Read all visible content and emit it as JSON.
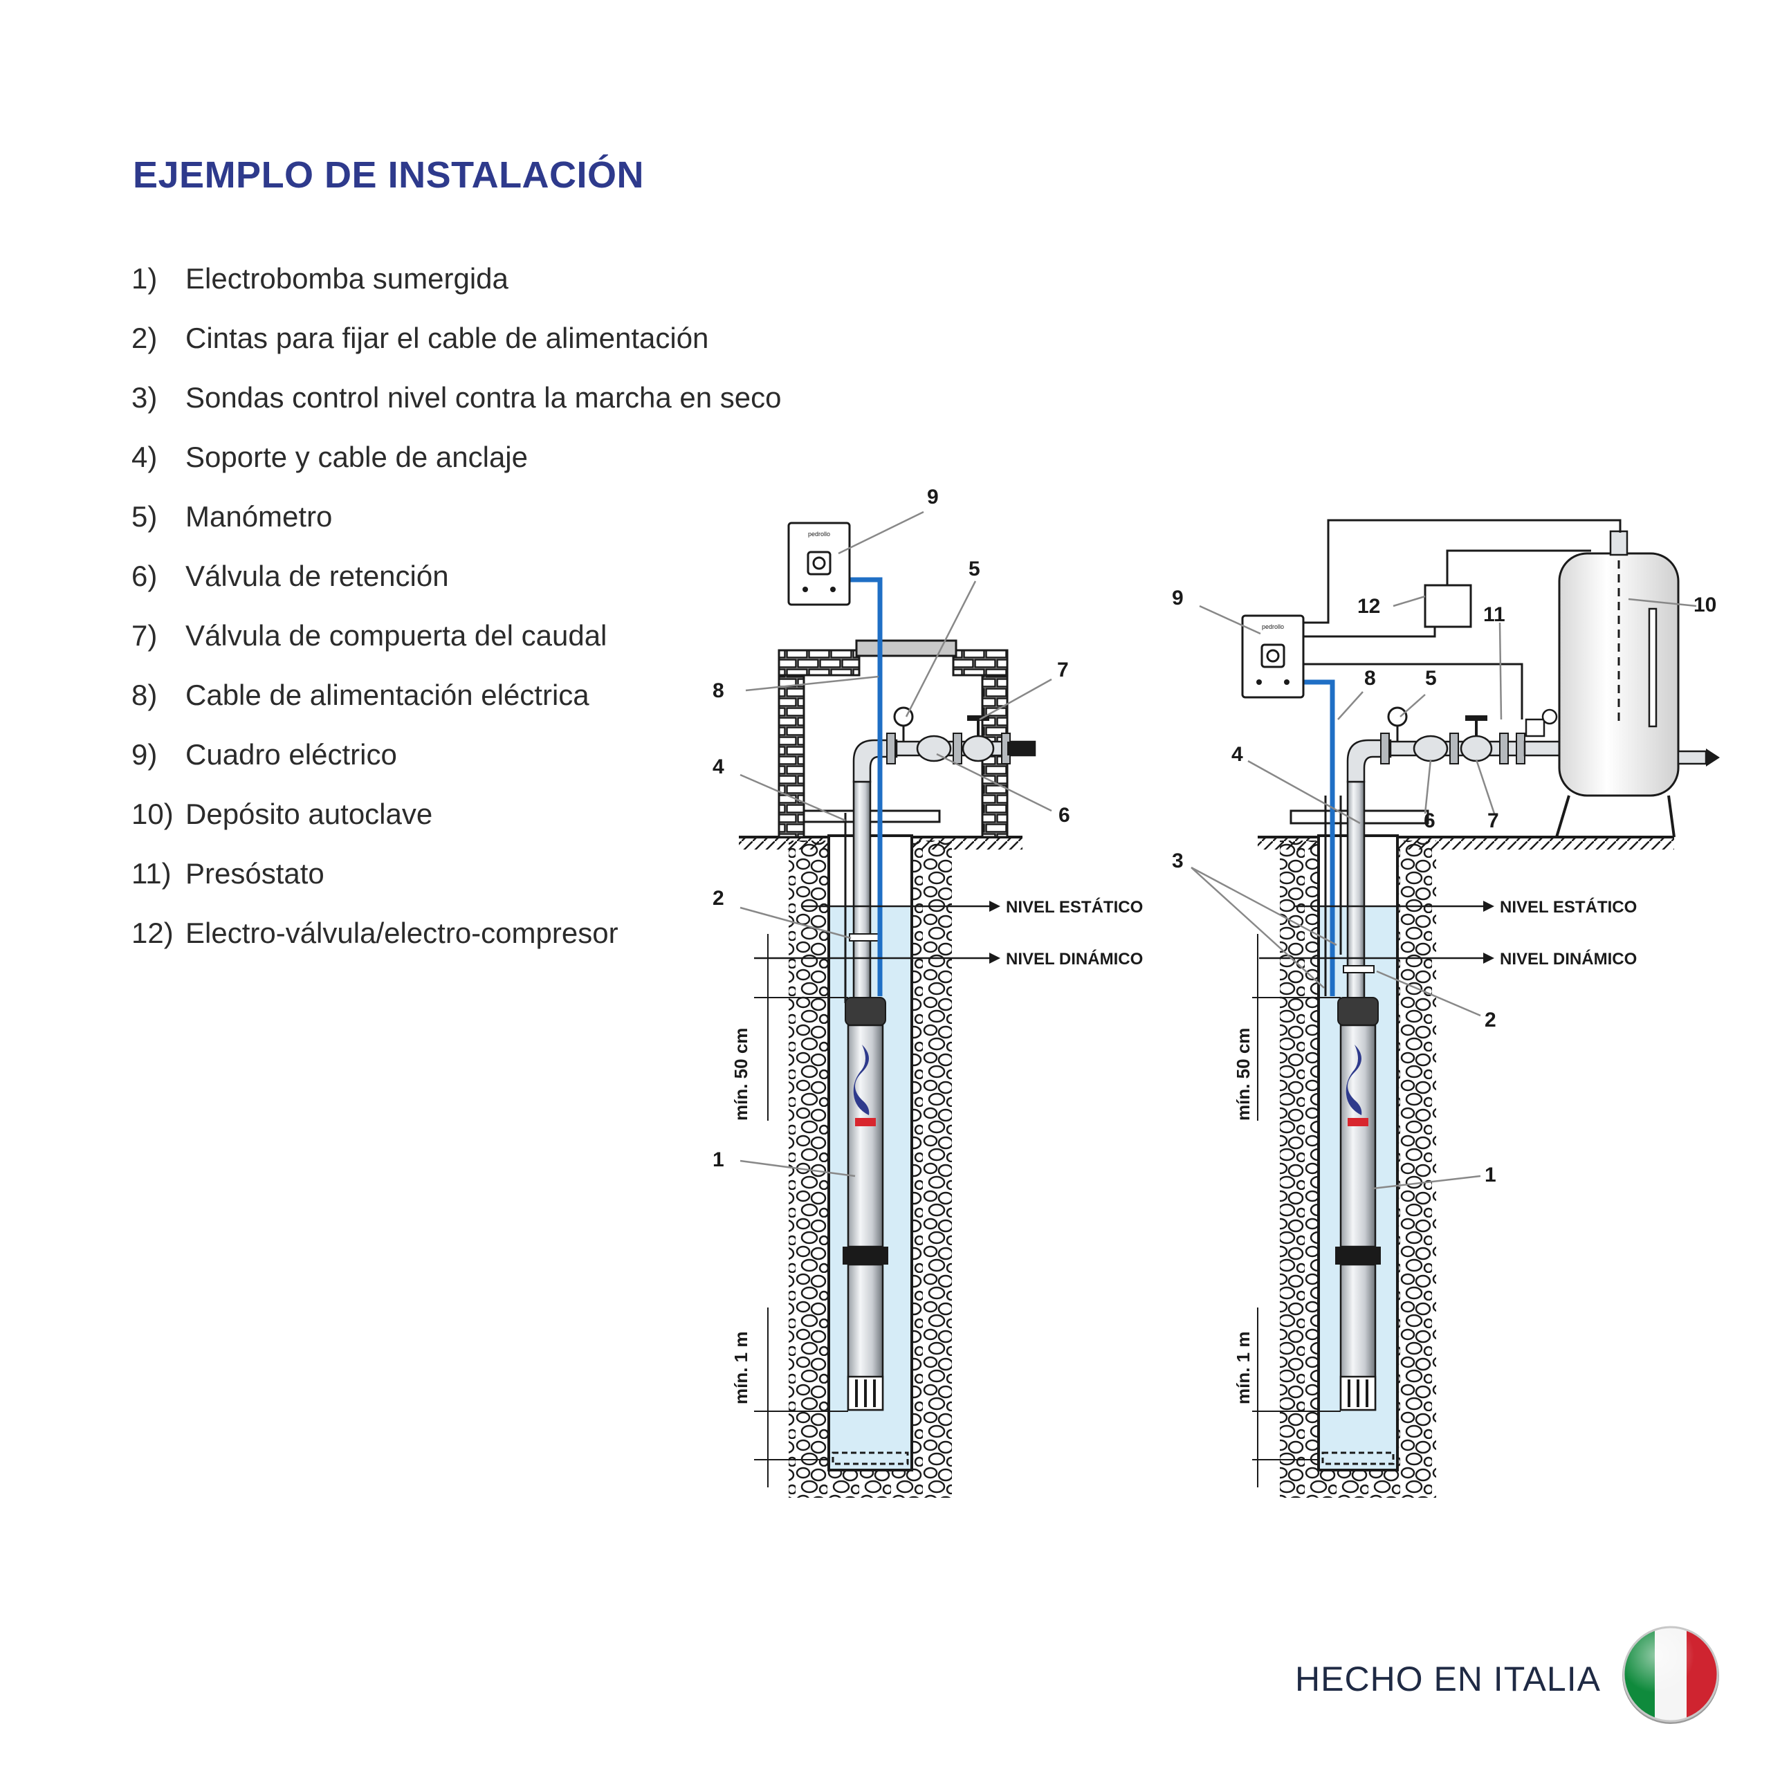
{
  "title": "EJEMPLO DE INSTALACIÓN",
  "legend": [
    {
      "num": "1)",
      "text": "Electrobomba sumergida"
    },
    {
      "num": "2)",
      "text": "Cintas para fijar el cable de alimentación"
    },
    {
      "num": "3)",
      "text": "Sondas control nivel contra la marcha en seco"
    },
    {
      "num": "4)",
      "text": "Soporte y cable de anclaje"
    },
    {
      "num": "5)",
      "text": "Manómetro"
    },
    {
      "num": "6)",
      "text": "Válvula de retención"
    },
    {
      "num": "7)",
      "text": "Válvula de compuerta del caudal"
    },
    {
      "num": "8)",
      "text": "Cable de alimentación eléctrica"
    },
    {
      "num": "9)",
      "text": "Cuadro eléctrico"
    },
    {
      "num": "10)",
      "text": "Depósito autoclave"
    },
    {
      "num": "11)",
      "text": "Presóstato"
    },
    {
      "num": "12)",
      "text": "Electro-válvula/electro-compresor"
    }
  ],
  "diagram": {
    "static_level": "NIVEL ESTÁTICO",
    "dynamic_level": "NIVEL DINÁMICO",
    "dim_50": "mín. 50 cm",
    "dim_1m": "mín. 1 m",
    "callouts": {
      "c1": "1",
      "c2": "2",
      "c3": "3",
      "c4": "4",
      "c5": "5",
      "c6": "6",
      "c7": "7",
      "c8": "8",
      "c9": "9",
      "c10": "10",
      "c11": "11",
      "c12": "12"
    },
    "colors": {
      "water": "#d6ecf7",
      "cable": "#1f6fc5",
      "line": "#1a1a1a"
    }
  },
  "footer": {
    "made_in": "HECHO EN ITALIA",
    "flag_icon": "italy-flag-icon"
  }
}
